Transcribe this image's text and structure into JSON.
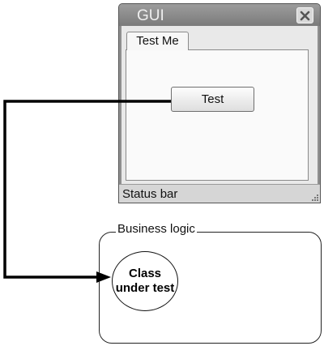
{
  "window": {
    "title": "GUI",
    "tab_label": "Test Me",
    "button_label": "Test",
    "status_text": "Status bar"
  },
  "business_logic": {
    "label": "Business logic",
    "class_label": "Class under test"
  },
  "icons": {
    "close": "close-icon",
    "grip": "resize-grip-icon"
  },
  "colors": {
    "window_frame": "#8f8f8f",
    "client_background": "#e9e9e9",
    "arrow": "#000000"
  }
}
